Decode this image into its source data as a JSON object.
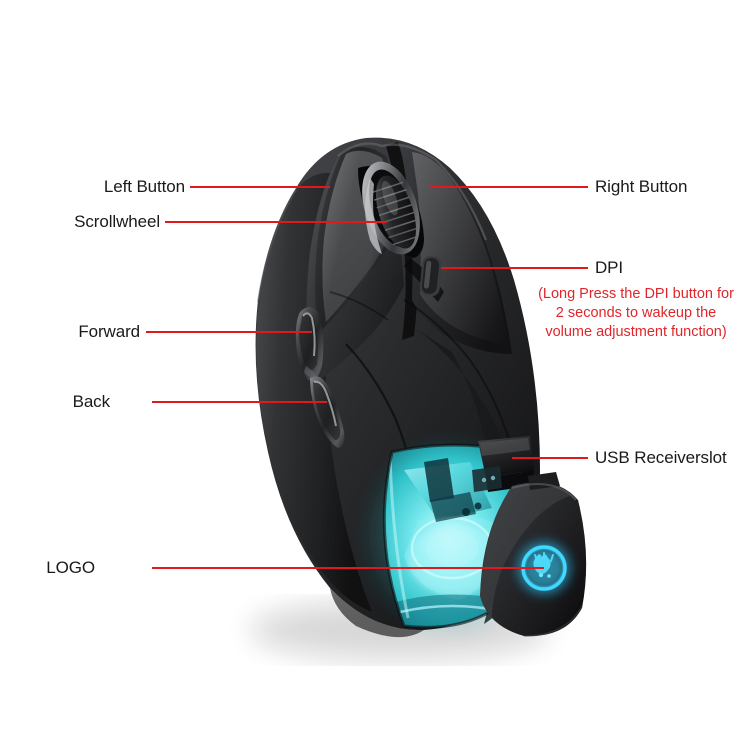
{
  "diagram": {
    "title": "Gaming Mouse Feature Callout Diagram",
    "accent_color": "#e0191c",
    "label_color": "#1a1a1a",
    "note_color": "#e0262a",
    "glow_color": "#3fd8dc",
    "body_color": "#2b2b2d",
    "background": "#ffffff"
  },
  "callouts": {
    "left_button": "Left Button",
    "scrollwheel": "Scrollwheel",
    "forward": "Forward",
    "back": "Back",
    "logo": "LOGO",
    "right_button": "Right Button",
    "dpi": "DPI",
    "usb_receiver_slot": "USB Receiverslot"
  },
  "dpi_note": {
    "line1": "(Long Press the DPI button for",
    "line2": "2 seconds to wakeup the",
    "line3": "volume adjustment function)"
  }
}
